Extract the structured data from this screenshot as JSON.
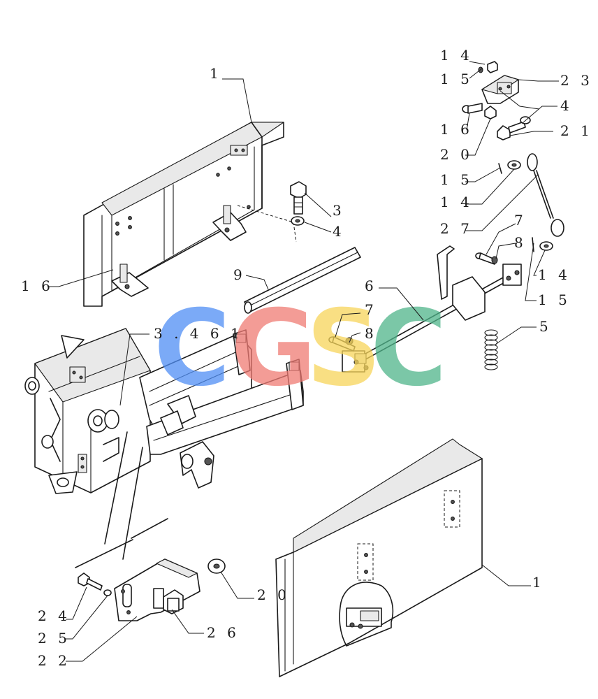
{
  "labels": {
    "l1_top": "1",
    "l3": "3",
    "l4_mid": "4",
    "l9": "9",
    "l16_left": "1 6",
    "l3461": "3 . 4 6 1",
    "l6": "6",
    "l7_mid": "7",
    "l8_mid": "8",
    "l5": "5",
    "l14_top": "1 4",
    "l15_top": "1 5",
    "l23": "2 3",
    "l4_top": "4",
    "l16_top": "1 6",
    "l21": "2 1",
    "l20_top": "2 0",
    "l15_b": "1 5",
    "l14_b": "1 4",
    "l27": "2 7",
    "l7_right": "7",
    "l8_right": "8",
    "l14_c": "1 4",
    "l15_c": "1 5",
    "l1_bottom": "1",
    "l20_bottom": "2 0",
    "l24": "2 4",
    "l25": "2 5",
    "l22": "2 2",
    "l26": "2 6"
  },
  "watermark": {
    "letters": [
      "C",
      "G",
      "S",
      "C"
    ],
    "colors": [
      "#4f8ef5",
      "#f07b74",
      "#f7d55a",
      "#4fb58a"
    ]
  }
}
